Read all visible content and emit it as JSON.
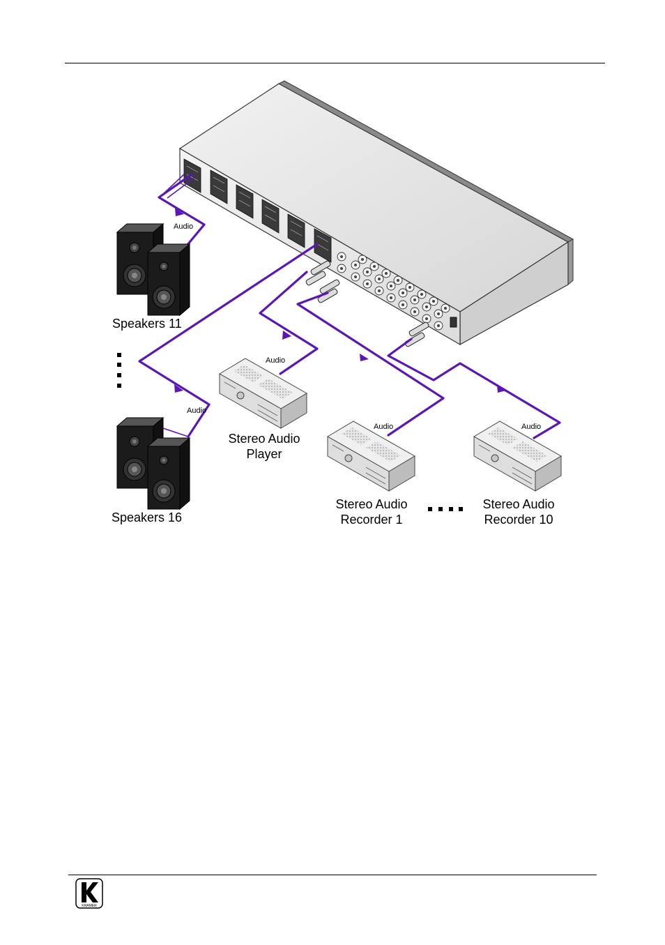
{
  "labels": {
    "speakers_11": "Speakers 11",
    "speakers_16": "Speakers 16",
    "player_line1": "Stereo Audio",
    "player_line2": "Player",
    "rec1_line1": "Stereo Audio",
    "rec1_line2": "Recorder 1",
    "rec10_line1": "Stereo Audio",
    "rec10_line2": "Recorder 10",
    "audio": "Audio"
  },
  "logo": {
    "text": "KRAMER"
  },
  "colors": {
    "cable": "#5a17b5",
    "device_body": "#e8e8e8",
    "speaker_body": "#1a1a1a"
  }
}
